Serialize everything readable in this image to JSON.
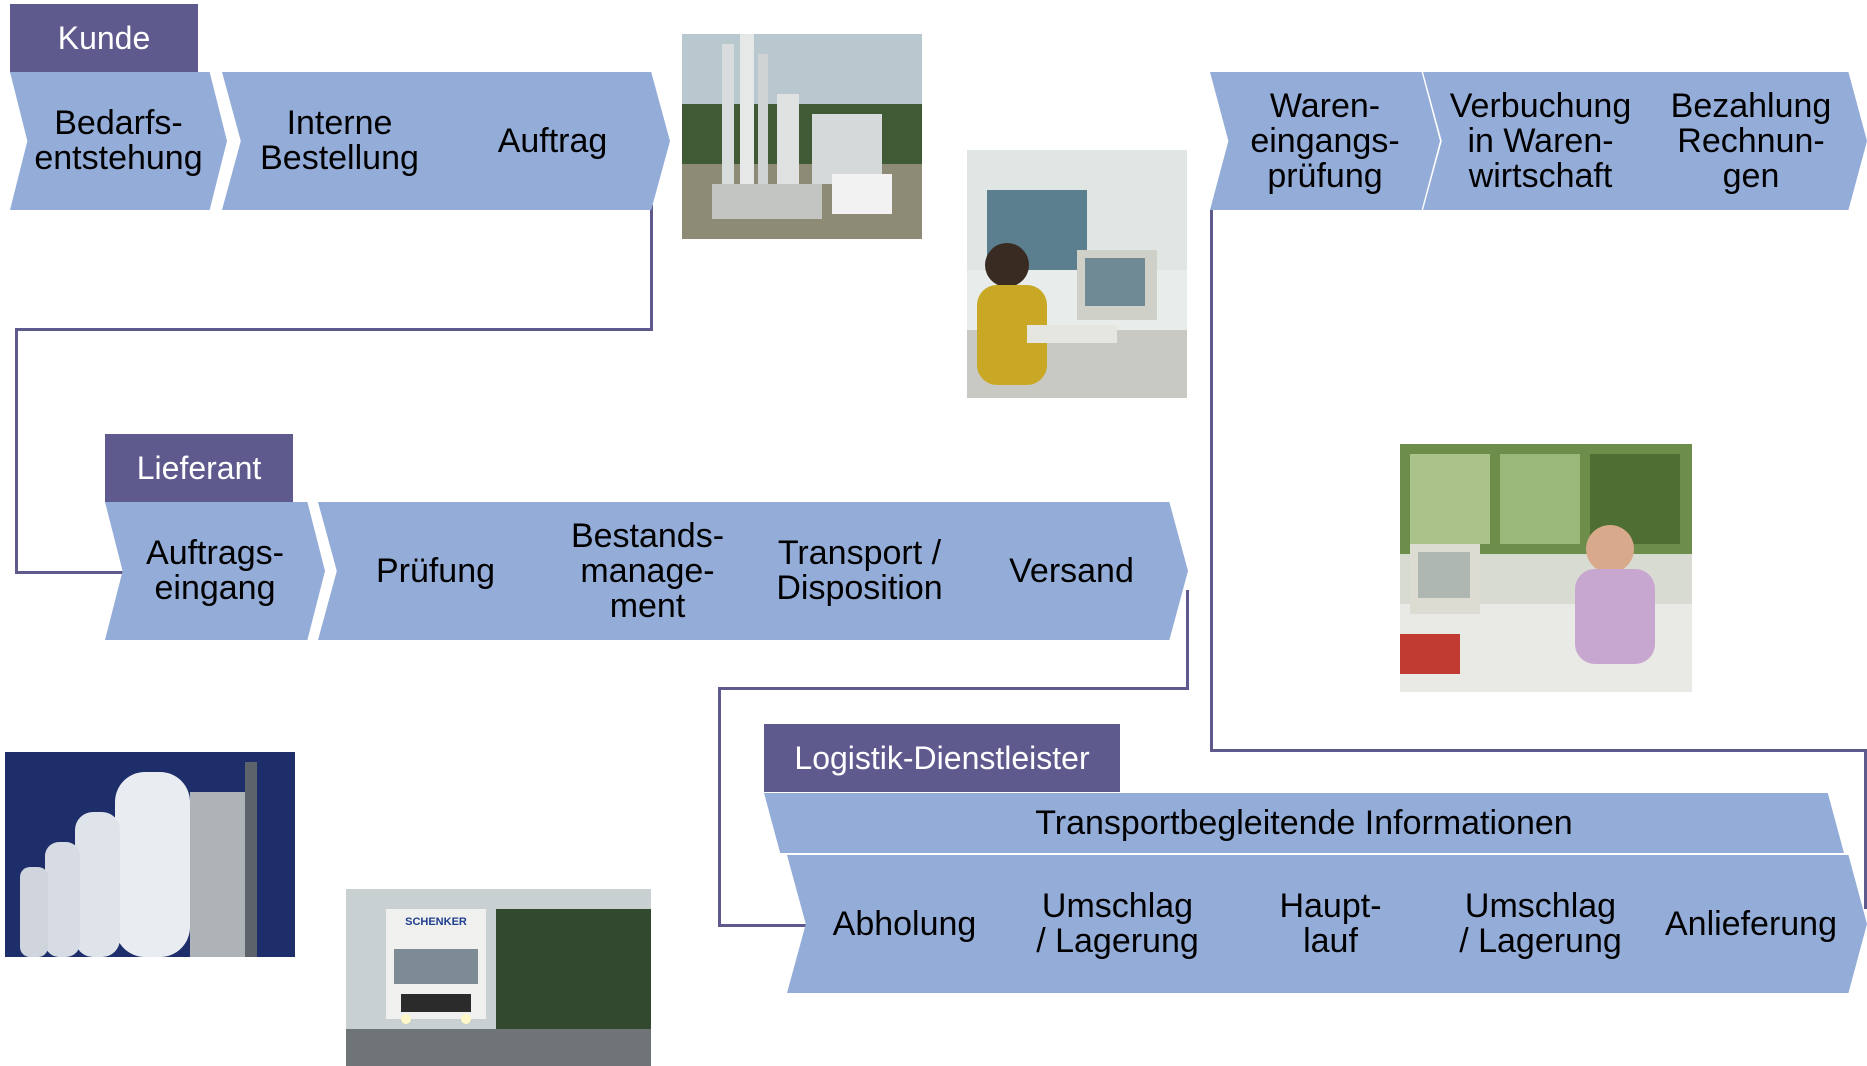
{
  "groups": {
    "kunde": {
      "label": "Kunde",
      "steps": [
        "Bedarfs-\nentstehung",
        "Interne\nBestellung",
        "Auftrag"
      ]
    },
    "kunde_wareneingang": {
      "steps": [
        "Waren-\neingangs-\nprüfung",
        "Verbuchung\nin Waren-\nwirtschaft",
        "Bezahlung\nRechnun-\ngen"
      ]
    },
    "lieferant": {
      "label": "Lieferant",
      "steps": [
        "Auftrags-\neingang",
        "Prüfung",
        "Bestands-\nmanage-\nment",
        "Transport /\nDisposition",
        "Versand"
      ]
    },
    "logistik": {
      "label": "Logistik-Dienstleister",
      "band": "Transportbegleitende Informationen",
      "steps": [
        "Abholung",
        "Umschlag\n/ Lagerung",
        "Haupt-\nlauf",
        "Umschlag\n/ Lagerung",
        "Anlieferung"
      ]
    }
  },
  "photos": {
    "truck_text": "SCHENKER"
  }
}
